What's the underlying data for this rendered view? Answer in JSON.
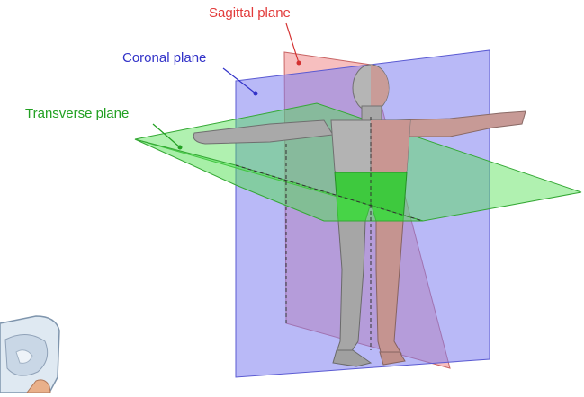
{
  "labels": {
    "sagittal": "Sagittal plane",
    "coronal": "Coronal plane",
    "transverse": "Transverse plane"
  },
  "colors": {
    "sagittal": "#e23a3a",
    "coronal": "#3232c8",
    "transverse": "#22a022",
    "sagittal_fill": "#f08a8a",
    "coronal_fill": "#7f7ff0",
    "transverse_fill": "#4fe04f",
    "skin": "#b7b7b7",
    "skin_shade": "#8f8f8f",
    "background": "#ffffff"
  },
  "icons": {
    "figure": "human-body-figure",
    "corner_fragment": "partial-illustration-fragment"
  }
}
